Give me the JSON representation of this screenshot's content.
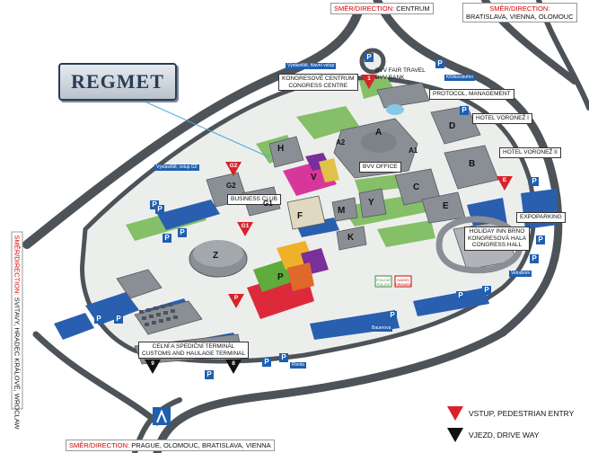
{
  "logo": {
    "text": "REGMET"
  },
  "directions": {
    "north": {
      "prefix": "SMĚR/DIRECTION:",
      "value": "CENTRUM"
    },
    "northeast": {
      "prefix": "SMĚR/DIRECTION:",
      "value": "BRATISLAVA, VIENNA, OLOMOUC"
    },
    "west": {
      "prefix": "SMĚR/DIRECTION:",
      "value": "SVITAVY, HRADEC KRÁLOVÉ, WROCLAW"
    },
    "south": {
      "prefix": "SMĚR/DIRECTION:",
      "value": "PRAGUE, OLOMOUC, BRATISLAVA, VIENNA"
    }
  },
  "labels": {
    "bvv_fair_travel": "BVV FAIR TRAVEL",
    "bvv_bank": "BVV BANK",
    "protocol": "PROTOCOL, MANAGEMENT",
    "hotel_voronez_1": "HOTEL VORONEŽ I",
    "hotel_voronez_2": "HOTEL VORONEŽ II",
    "congress_1": "KONGRESOVÉ CENTRUM",
    "congress_2": "CONGRESS CENTRE",
    "bvv_office": "BVV OFFICE",
    "business_club": "BUSINESS CLUB",
    "expoparking": "EXPOPARKING",
    "holiday_1": "HOLIDAY INN BRNO",
    "holiday_2": "KONGRESOVÁ HALA",
    "holiday_3": "CONGRESS HALL",
    "celni_1": "CELNÍ A SPEDIČNÍ TERMINÁL",
    "celni_2": "CUSTOMS AND HAULAGE TERMINAL",
    "police_1": "POLICIE",
    "police_2": "POLICE",
    "hasici_1": "HASIČI",
    "hasici_2": "FIREMEN"
  },
  "street_tags": {
    "vystaviste_hlavni": "Výstaviště, hlavní vstup",
    "kr_novskeho": "Křížkovského",
    "vystaviste_g2": "Výstaviště, vstup G2",
    "velodrom": "Velodrom",
    "bauerova": "Bauerova",
    "rivola": "Rivola"
  },
  "buildings": [
    "A",
    "A2",
    "A1",
    "B",
    "C",
    "D",
    "E",
    "F",
    "G1",
    "G2",
    "H",
    "K",
    "M",
    "P",
    "V",
    "Y",
    "Z"
  ],
  "entrances": {
    "gate_1": "1",
    "gate_e": "E",
    "gate_g2": "G2",
    "gate_g1": "G1",
    "gate_p": "P"
  },
  "driveways": {
    "gate_9": "9",
    "gate_8": "8"
  },
  "legend": {
    "pedestrian": "VSTUP, PEDESTRIAN ENTRY",
    "driveway": "VJEZD, DRIVE WAY"
  },
  "parking_label": "P",
  "colors": {
    "road": "#4d5358",
    "ground": "#eceeec",
    "green": "#85bf67",
    "parking": "#2a5fb0",
    "building": "#8a8f95",
    "entrance": "#d8232a",
    "pavilion_p": "#dd2a3a",
    "pavilion_v": "#d8379a"
  }
}
